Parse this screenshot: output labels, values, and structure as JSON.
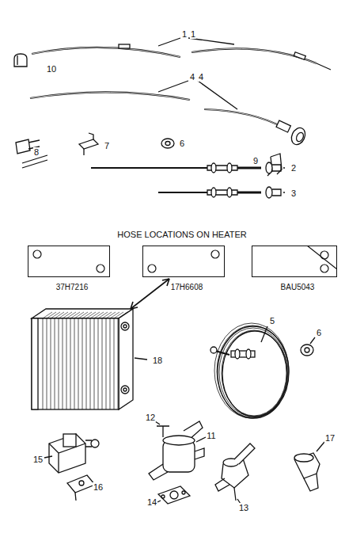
{
  "diagram": {
    "title": "HOSE LOCATIONS ON HEATER",
    "nodes": [
      {
        "text": [
          "37H7216"
        ]
      },
      {
        "text": [
          "17H6608"
        ]
      },
      {
        "text": [
          "BAU5043"
        ]
      }
    ],
    "labels": [
      "1",
      "1",
      "10",
      "4",
      "4",
      "8",
      "7",
      "6",
      "9",
      "2",
      "3",
      "5",
      "6",
      "18",
      "12",
      "11",
      "15",
      "16",
      "13",
      "14",
      "17"
    ]
  }
}
